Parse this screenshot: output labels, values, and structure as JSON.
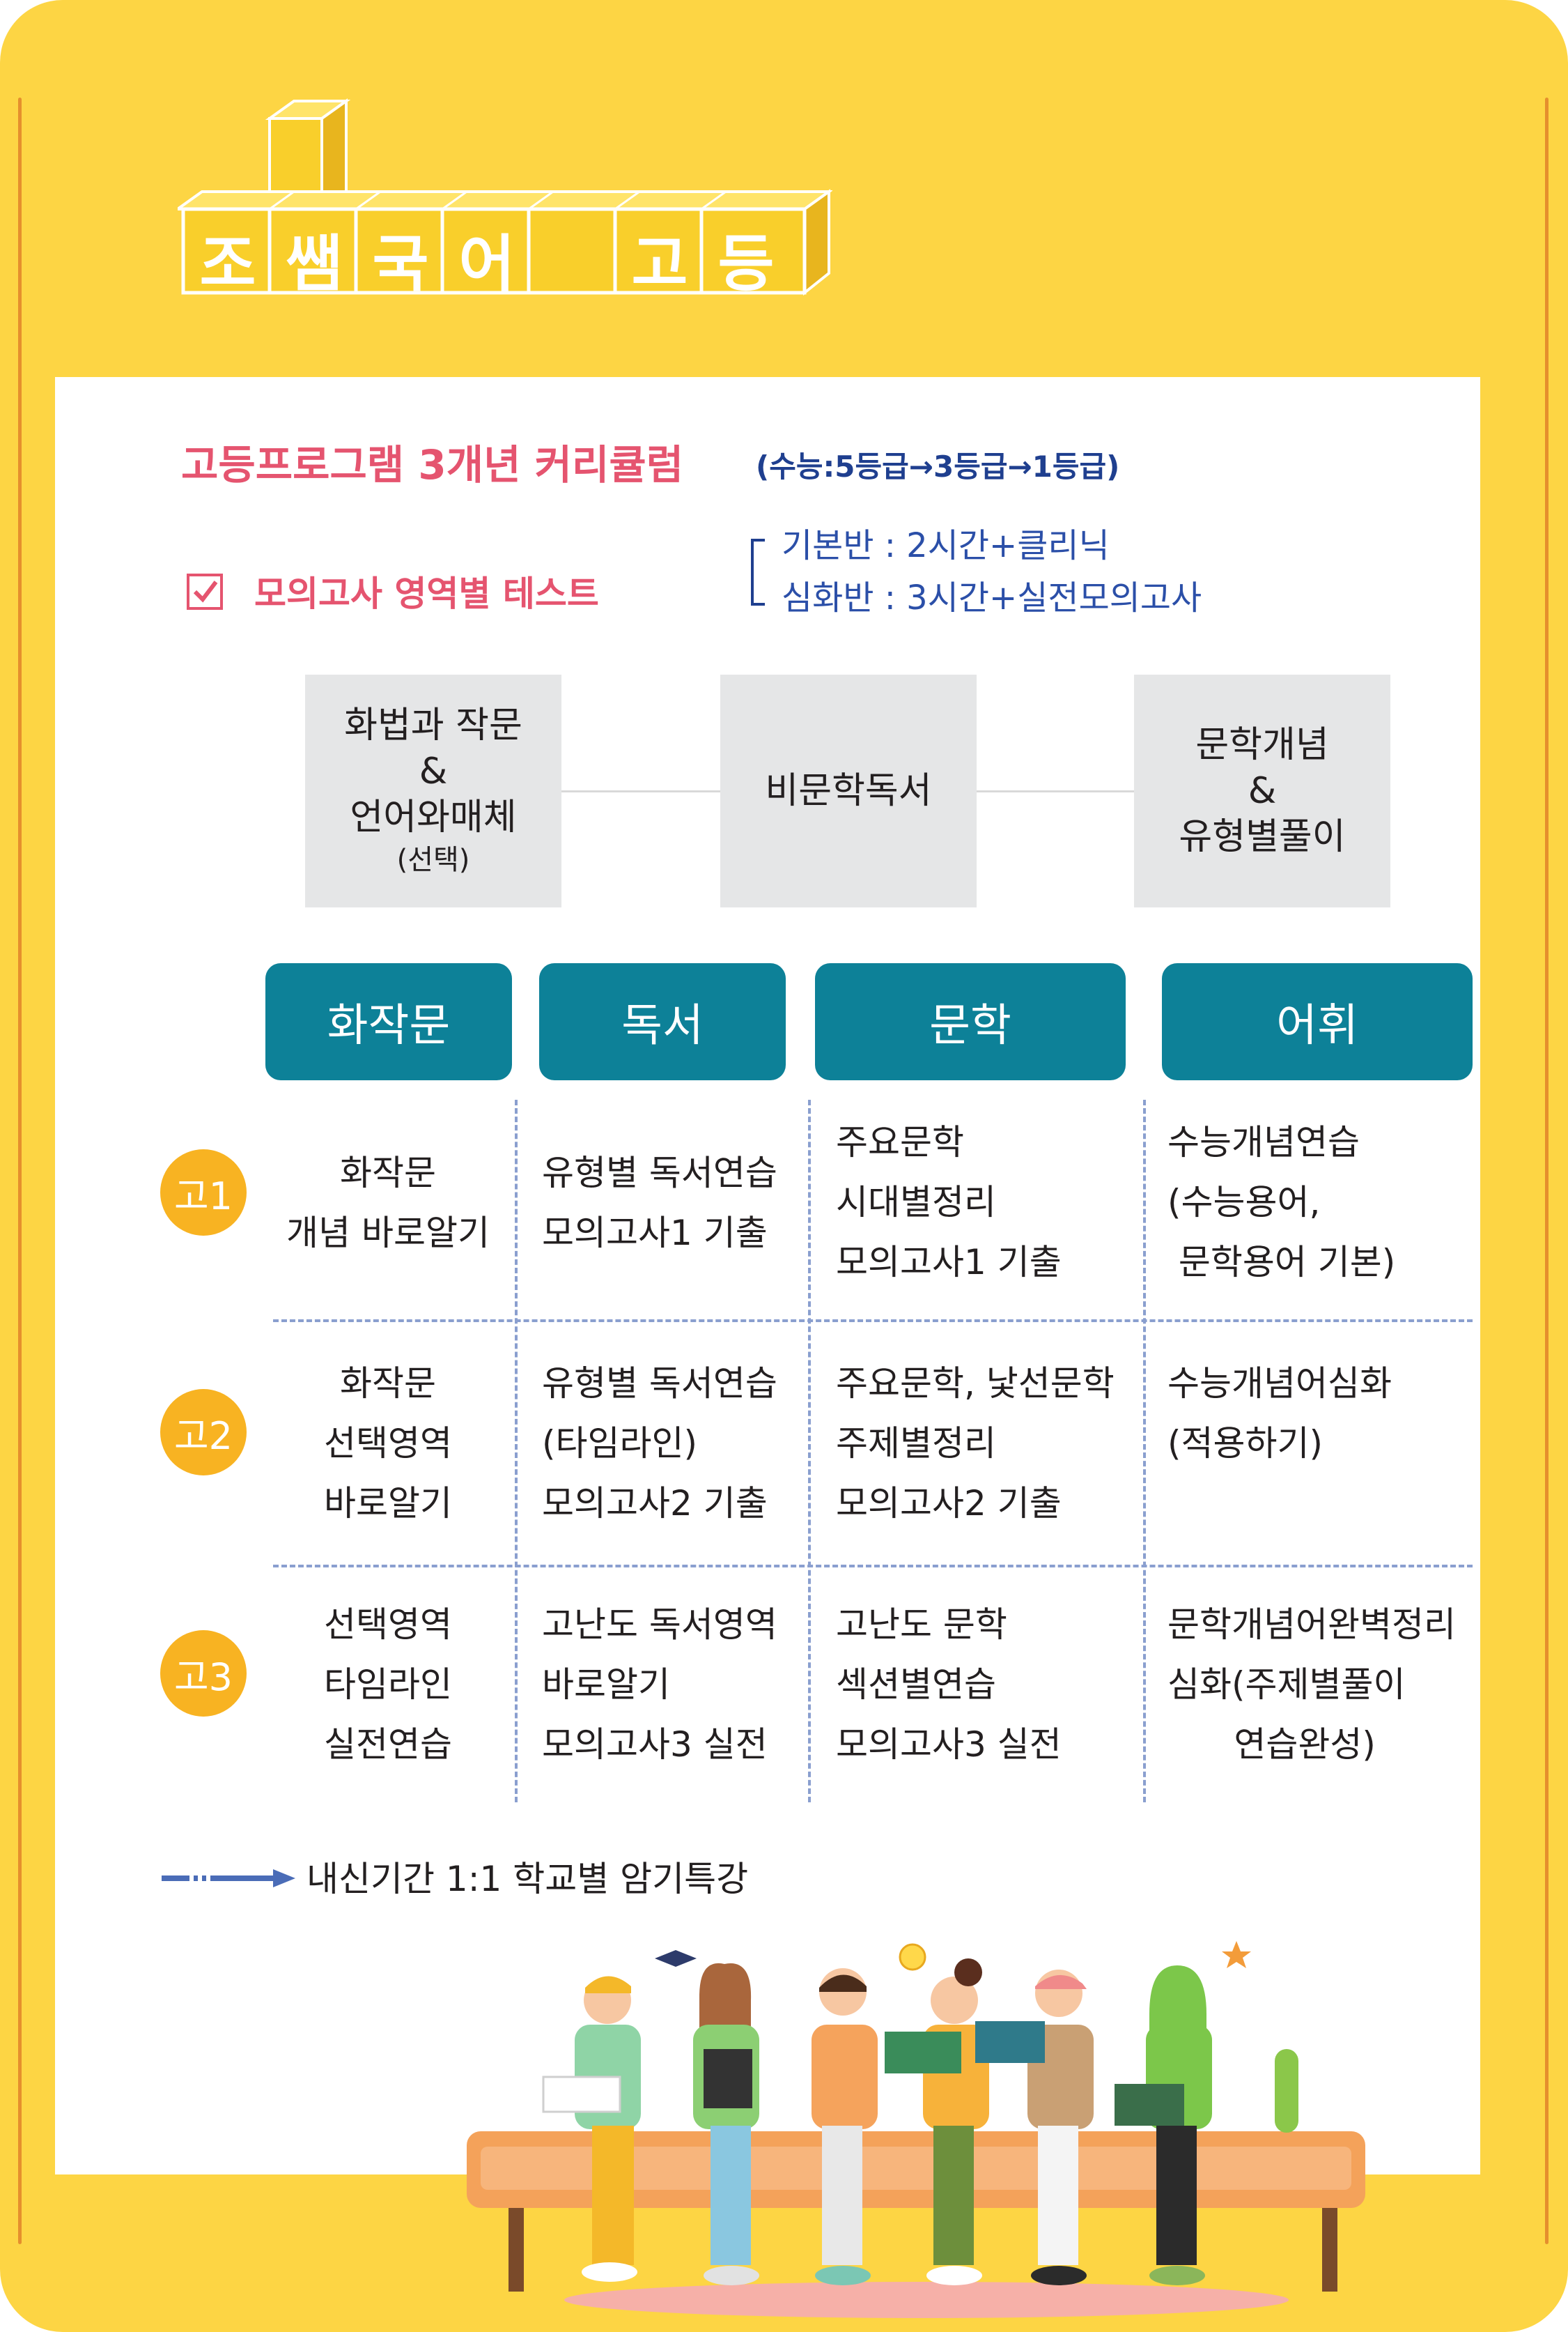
{
  "logo": {
    "chars": [
      "조",
      "쌤",
      "국",
      "어",
      "고",
      "등"
    ]
  },
  "headline": {
    "title": "고등프로그램 3개년 커리큘럼",
    "subtitle": "(수능:5등급→3등급→1등급)"
  },
  "test_note": "모의고사 영역별 테스트",
  "plans": {
    "basic": "기본반 : 2시간+클리닉",
    "advanced": "심화반 : 3시간+실전모의고사"
  },
  "flow": {
    "box1": {
      "line1": "화법과 작문",
      "line2": "&",
      "line3": "언어와매체",
      "note": "(선택)"
    },
    "box2": {
      "line1": "비문학독서"
    },
    "box3": {
      "line1": "문학개념",
      "line2": "&",
      "line3": "유형별풀이"
    }
  },
  "categories": [
    "화작문",
    "독서",
    "문학",
    "어휘"
  ],
  "grades": [
    "고1",
    "고2",
    "고3"
  ],
  "rows": [
    [
      "화작문\n개념 바로알기",
      "유형별 독서연습\n모의고사1 기출",
      "주요문학\n시대별정리\n모의고사1 기출",
      "수능개념연습\n(수능용어,\n 문학용어 기본)"
    ],
    [
      "화작문\n선택영역\n바로알기",
      "유형별 독서연습\n(타임라인)\n모의고사2 기출",
      "주요문학, 낯선문학\n주제별정리\n모의고사2 기출",
      "수능개념어심화\n(적용하기)"
    ],
    [
      "선택영역\n타임라인\n실전연습",
      "고난도 독서영역\n바로알기\n모의고사3 실전",
      "고난도 문학\n섹션별연습\n모의고사3 실전",
      "문학개념어완벽정리\n심화(주제별풀이\n      연습완성)"
    ]
  ],
  "footer": "내신기간 1:1 학교별 암기특강",
  "colors": {
    "background": "#fdd544",
    "accent_pink": "#e5546f",
    "navy": "#1f3f8f",
    "teal": "#0d8198",
    "grade_orange": "#f8b322",
    "box_gray": "#e5e6e7"
  }
}
